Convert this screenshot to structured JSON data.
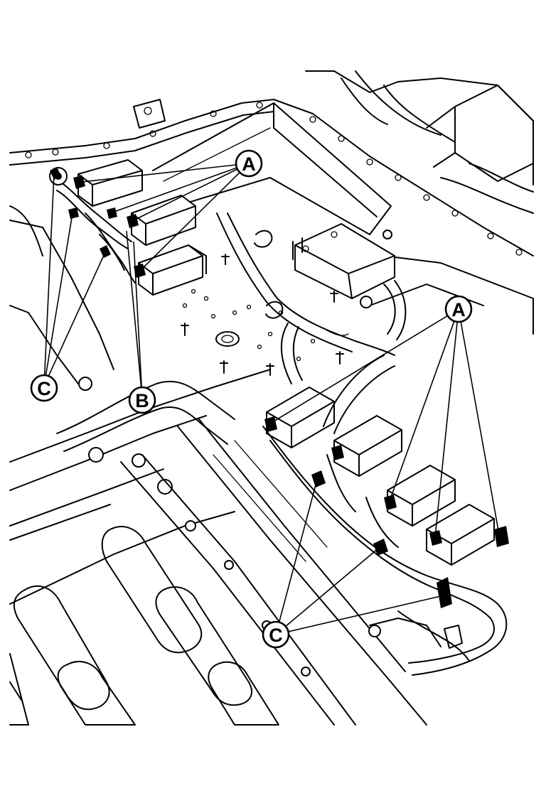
{
  "callouts": {
    "a_upper": "A",
    "a_lower": "A",
    "b": "B",
    "c_left": "C",
    "c_lower": "C"
  },
  "colors": {
    "line": "#000000",
    "background": "#ffffff"
  }
}
